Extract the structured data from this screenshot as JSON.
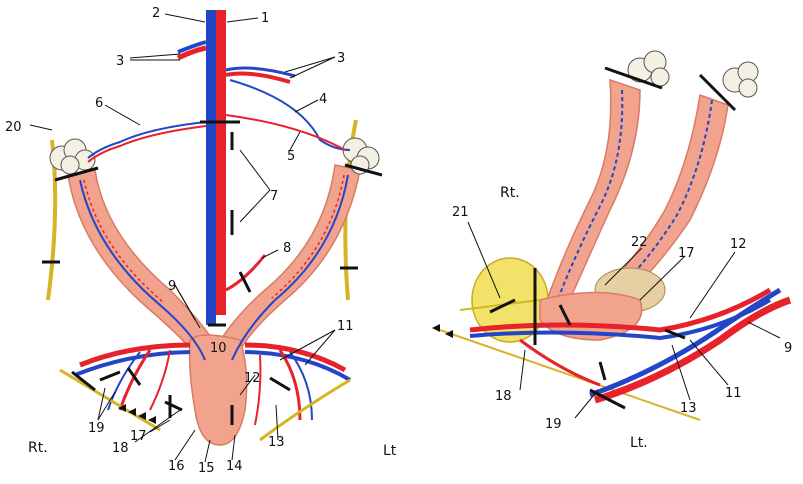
{
  "left_panel": {
    "side_right": "Rt.",
    "side_left": "Lt",
    "labels": [
      "1",
      "2",
      "3",
      "3",
      "4",
      "5",
      "6",
      "7",
      "8",
      "9",
      "10",
      "11",
      "12",
      "13",
      "14",
      "15",
      "16",
      "17",
      "18",
      "19",
      "20"
    ]
  },
  "right_panel": {
    "side_right": "Rt.",
    "side_left": "Lt.",
    "labels": [
      "9",
      "11",
      "12",
      "13",
      "17",
      "18",
      "19",
      "21",
      "22"
    ]
  },
  "colors": {
    "artery": "#e8222a",
    "vein": "#2346c8",
    "uterus": "#f2a38e",
    "ovary": "#f4f1e4",
    "ligament": "#d6b424",
    "ligature": "#111111"
  }
}
